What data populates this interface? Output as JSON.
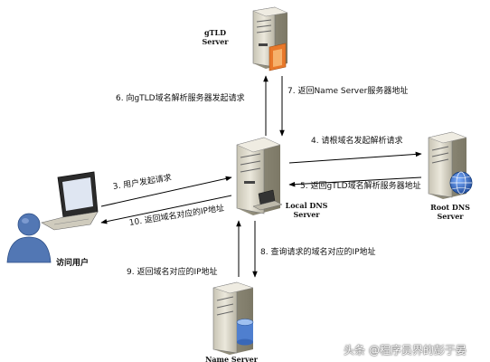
{
  "nodes": {
    "gtld_server": {
      "line1": "gTLD",
      "line2": "Server"
    },
    "local_dns_server": {
      "line1": "Local DNS",
      "line2": "Server"
    },
    "root_dns_server": {
      "line1": "Root DNS",
      "line2": "Server"
    },
    "name_server": {
      "line1": "Name Server"
    },
    "user": {
      "label": "访问用户"
    }
  },
  "steps": {
    "s3": "3. 用户发起请求",
    "s4": "4. 请根域名发起解析请求",
    "s5": "5. 返回gTLD域名解析服务器地址",
    "s6": "6. 向gTLD域名解析服务器发起请求",
    "s7": "7. 返回Name Server服务器地址",
    "s8": "8. 查询请求的域名对应的IP地址",
    "s9": "9. 返回域名对应的IP地址",
    "s10": "10. 返回域名对应的IP地址"
  },
  "watermark": "头条 @程序员界的彭于晏",
  "colors": {
    "server_body": "#d8d4c6",
    "server_dark": "#8c8878",
    "accent_orange": "#e8782a",
    "globe_blue": "#2e5fae",
    "db_blue": "#4f7fcf",
    "user_blue": "#5277b4",
    "arrow": "#000000"
  }
}
